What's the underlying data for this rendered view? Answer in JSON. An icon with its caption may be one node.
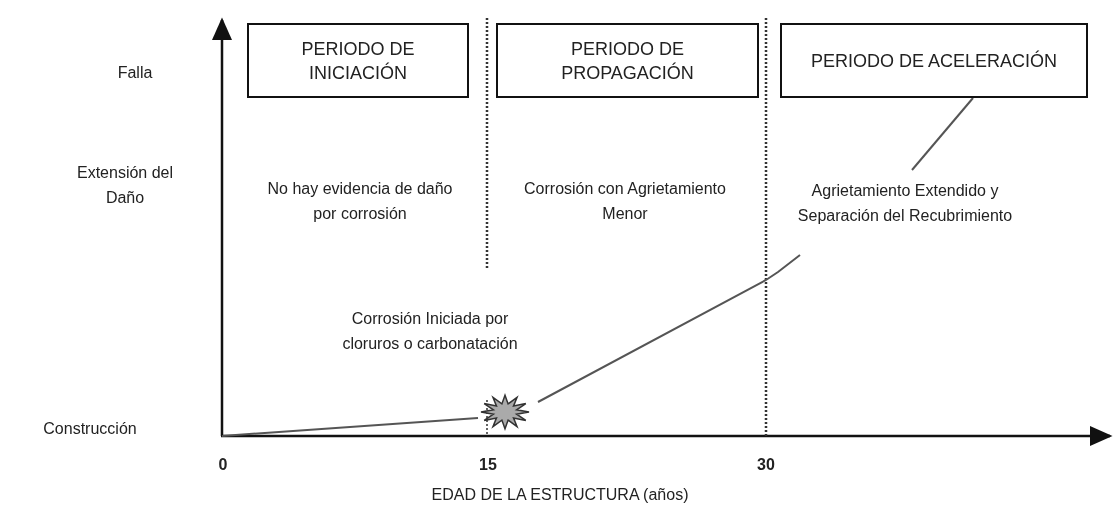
{
  "diagram": {
    "nodes": [
      {
        "text": [
          "PERIODO DE INICIACIÓN"
        ]
      },
      {
        "text": [
          "PERIODO DE PROPAGACIÓN"
        ]
      },
      {
        "text": [
          "PERIODO DE ACELERACIÓN"
        ]
      }
    ],
    "labels": [
      "Falla",
      "Extensión del Daño",
      "No hay evidencia de daño por corrosión",
      "Corrosión con Agrietamiento Menor",
      "Agrietamiento Extendido y Separación del Recubrimiento",
      "Corrosión Iniciada por cloruros o carbonatación",
      "Construcción",
      "0",
      "15",
      "30",
      "EDAD DE LA ESTRUCTURA (años)"
    ]
  }
}
